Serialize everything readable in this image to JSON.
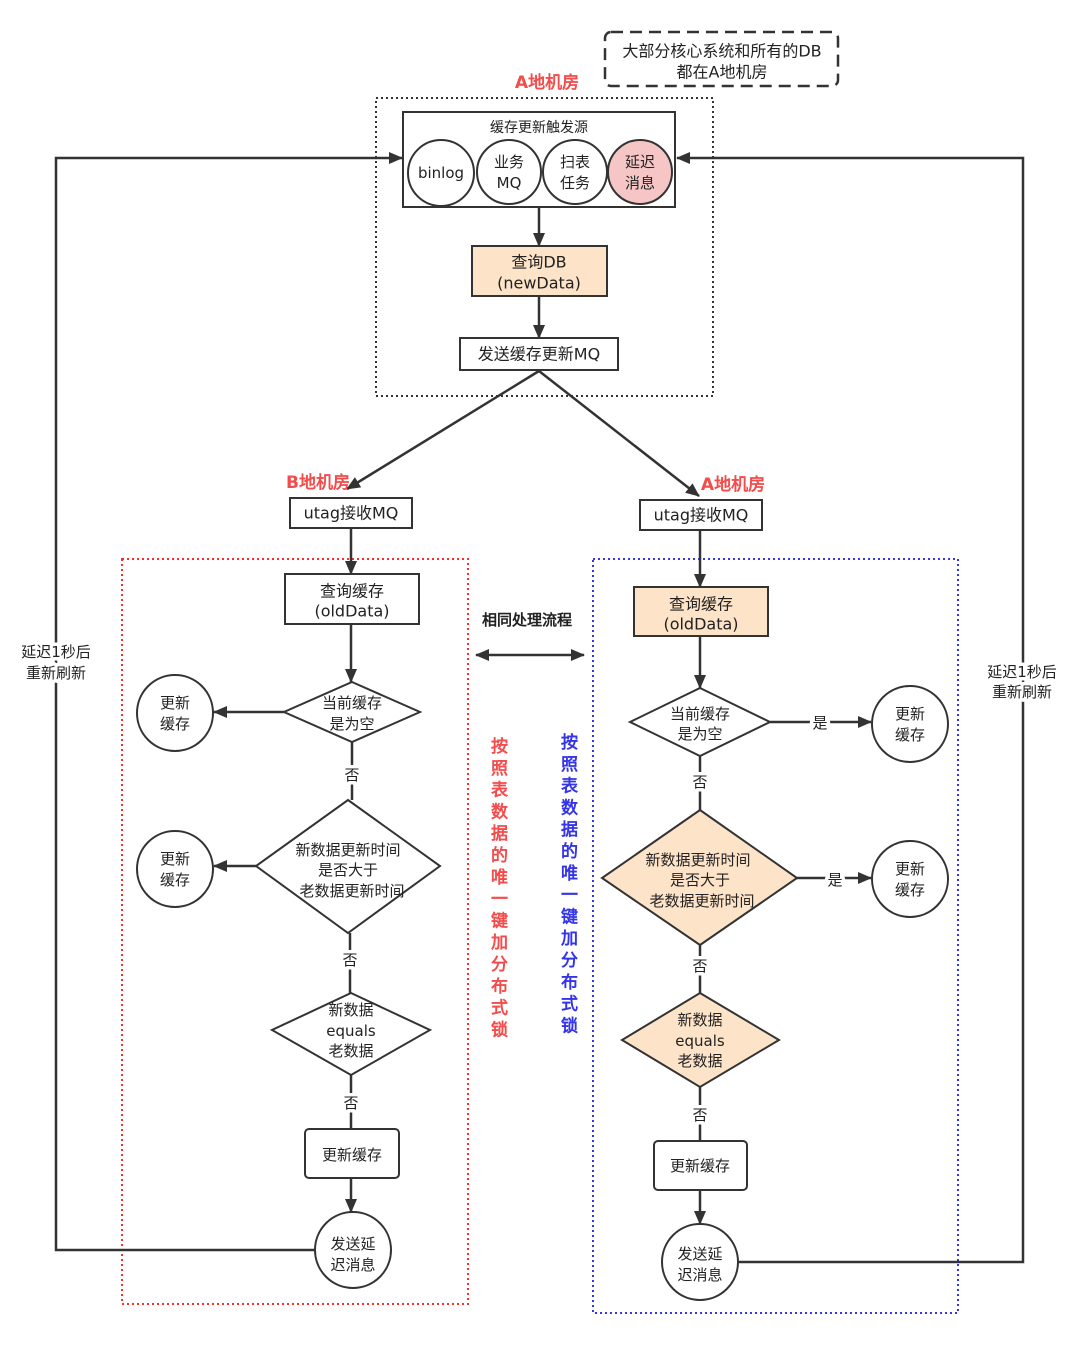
{
  "note": [
    "大部分核心系统和所有的DB",
    "都在A地机房"
  ],
  "region_labels": {
    "top": "A地机房",
    "left": "B地机房",
    "right": "A地机房"
  },
  "source": {
    "title": "缓存更新触发源",
    "triggers": [
      {
        "lines": [
          "binlog"
        ]
      },
      {
        "lines": [
          "业务",
          "MQ"
        ]
      },
      {
        "lines": [
          "扫表",
          "任务"
        ]
      },
      {
        "lines": [
          "延迟",
          "消息"
        ]
      }
    ]
  },
  "query_db": [
    "查询DB",
    "(newData)"
  ],
  "send_mq": "发送缓存更新MQ",
  "shared_label": "相同处理流程",
  "lock_note": "按照表数据的唯一键加分布式锁",
  "retry_label": [
    "延迟1秒后",
    "重新刷新"
  ],
  "flows": {
    "left": {
      "receive": "utag接收MQ",
      "query_cache": [
        "查询缓存",
        "(oldData)"
      ],
      "check_empty": [
        "当前缓存",
        "是为空"
      ],
      "check_newer": [
        "新数据更新时间",
        "是否大于",
        "老数据更新时间"
      ],
      "check_equals": [
        "新数据",
        "equals",
        "老数据"
      ],
      "update_cache": "更新缓存",
      "update_cache_node": [
        "更新",
        "缓存"
      ],
      "send_delay": [
        "发送延",
        "迟消息"
      ]
    },
    "right": {
      "receive": "utag接收MQ",
      "query_cache": [
        "查询缓存",
        "(oldData)"
      ],
      "check_empty": [
        "当前缓存",
        "是为空"
      ],
      "check_newer": [
        "新数据更新时间",
        "是否大于",
        "老数据更新时间"
      ],
      "check_equals": [
        "新数据",
        "equals",
        "老数据"
      ],
      "update_cache": "更新缓存",
      "update_cache_node": [
        "更新",
        "缓存"
      ],
      "send_delay": [
        "发送延",
        "迟消息"
      ]
    }
  },
  "edge_labels": {
    "yes": "是",
    "no": "否"
  },
  "colors": {
    "peach": "#fde3c8",
    "pink": "#f6c6c6",
    "red": "#f44b4b",
    "blue": "#3434e8",
    "ink": "#333333"
  }
}
